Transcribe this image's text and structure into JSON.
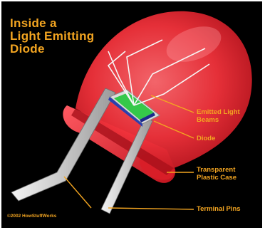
{
  "title_lines": [
    "Inside a",
    "Light Emitting",
    "Diode"
  ],
  "labels": {
    "emitted_light": [
      "Emitted Light",
      "Beams"
    ],
    "diode": "Diode",
    "case": [
      "Transparent",
      "Plastic Case"
    ],
    "pins": "Terminal Pins"
  },
  "copyright": "©2002 HowStuffWorks",
  "colors": {
    "background": "#000000",
    "label_text": "#f3a521",
    "case_red": "#e8202a",
    "chip_green": "#35c84a",
    "chip_base": "#1b2a8c",
    "pin_silver": "#c9c9c9"
  }
}
